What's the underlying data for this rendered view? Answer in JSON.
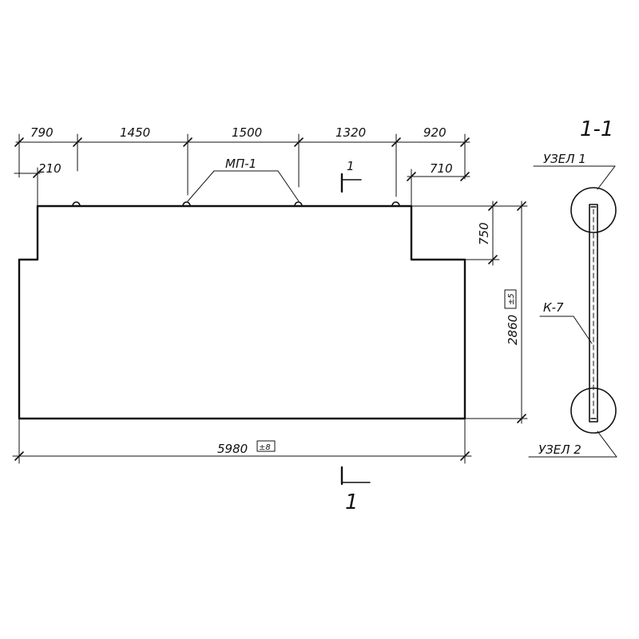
{
  "drawing": {
    "dimensions_top": [
      "790",
      "1450",
      "1500",
      "1320",
      "920"
    ],
    "dim_left_step": "210",
    "dim_right_step": "710",
    "dim_right_height": "750",
    "total_height": "2860",
    "total_height_tol": "±5",
    "total_width": "5980",
    "total_width_tol": "±8",
    "part_label": "МП-1",
    "section_mark": "1",
    "section_title": "1-1",
    "node_top": "УЗЕЛ 1",
    "node_bottom": "УЗЕЛ 2",
    "component_label": "К-7"
  }
}
